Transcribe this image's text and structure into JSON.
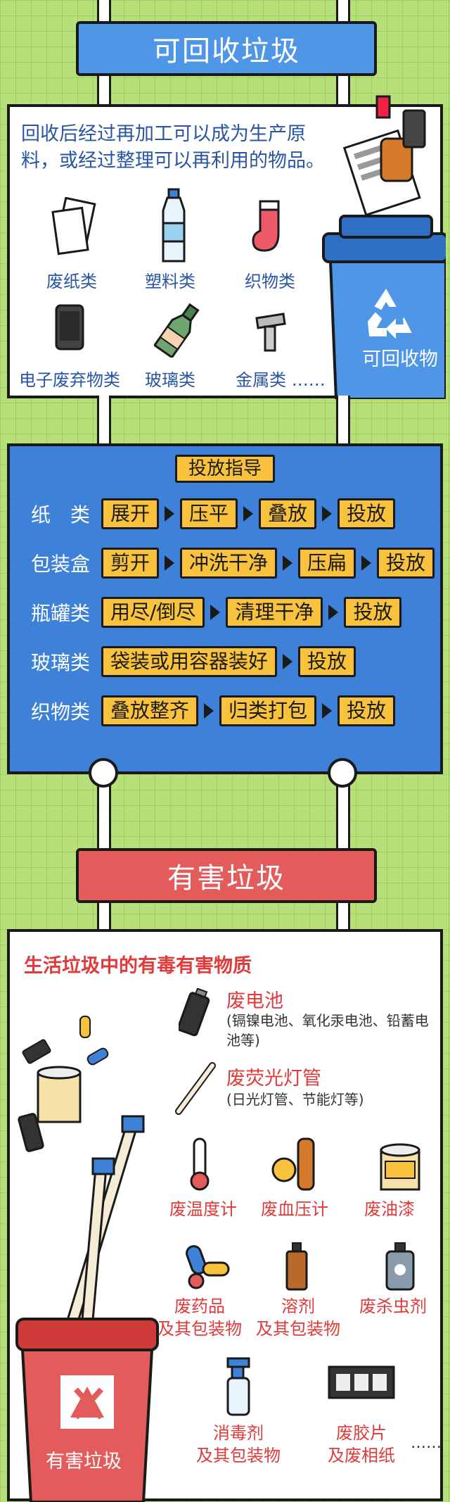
{
  "recyclable": {
    "title": "可回收垃圾",
    "description": "回收后经过再加工可以成为生产原料，或经过整理可以再利用的物品。",
    "items": [
      "废纸类",
      "塑料类",
      "织物类",
      "电子废弃物类",
      "玻璃类",
      "金属类 ……"
    ],
    "bin_label": "可回收物"
  },
  "guide": {
    "title": "投放指导",
    "rows": [
      {
        "label": "纸　类",
        "steps": [
          "展开",
          "压平",
          "叠放",
          "投放"
        ]
      },
      {
        "label": "包装盒",
        "steps": [
          "剪开",
          "冲洗干净",
          "压扁",
          "投放"
        ]
      },
      {
        "label": "瓶罐类",
        "steps": [
          "用尽/倒尽",
          "清理干净",
          "投放"
        ]
      },
      {
        "label": "玻璃类",
        "steps": [
          "袋装或用容器装好",
          "投放"
        ]
      },
      {
        "label": "织物类",
        "steps": [
          "叠放整齐",
          "归类打包",
          "投放"
        ]
      }
    ]
  },
  "hazardous": {
    "title": "有害垃圾",
    "subtitle": "生活垃圾中的有毒有害物质",
    "battery": {
      "name": "废电池",
      "note": "(镉镍电池、氧化汞电池、铅蓄电池等)"
    },
    "lamp": {
      "name": "废荧光灯管",
      "note": "(日光灯管、节能灯等)"
    },
    "grid": [
      {
        "line1": "废温度计",
        "line2": ""
      },
      {
        "line1": "废血压计",
        "line2": ""
      },
      {
        "line1": "废油漆",
        "line2": ""
      },
      {
        "line1": "废药品",
        "line2": "及其包装物"
      },
      {
        "line1": "溶剂",
        "line2": "及其包装物"
      },
      {
        "line1": "废杀虫剂",
        "line2": ""
      },
      {
        "line1": "消毒剂",
        "line2": "及其包装物"
      },
      {
        "line1": "废胶片",
        "line2": "及废相纸"
      }
    ],
    "more": "……",
    "bin_label": "有害垃圾"
  },
  "colors": {
    "recycle_blue": "#3d82d8",
    "hazard_red": "#e35b5b",
    "chip_yellow": "#f9c23c",
    "grid_green": "#b7e07a"
  }
}
